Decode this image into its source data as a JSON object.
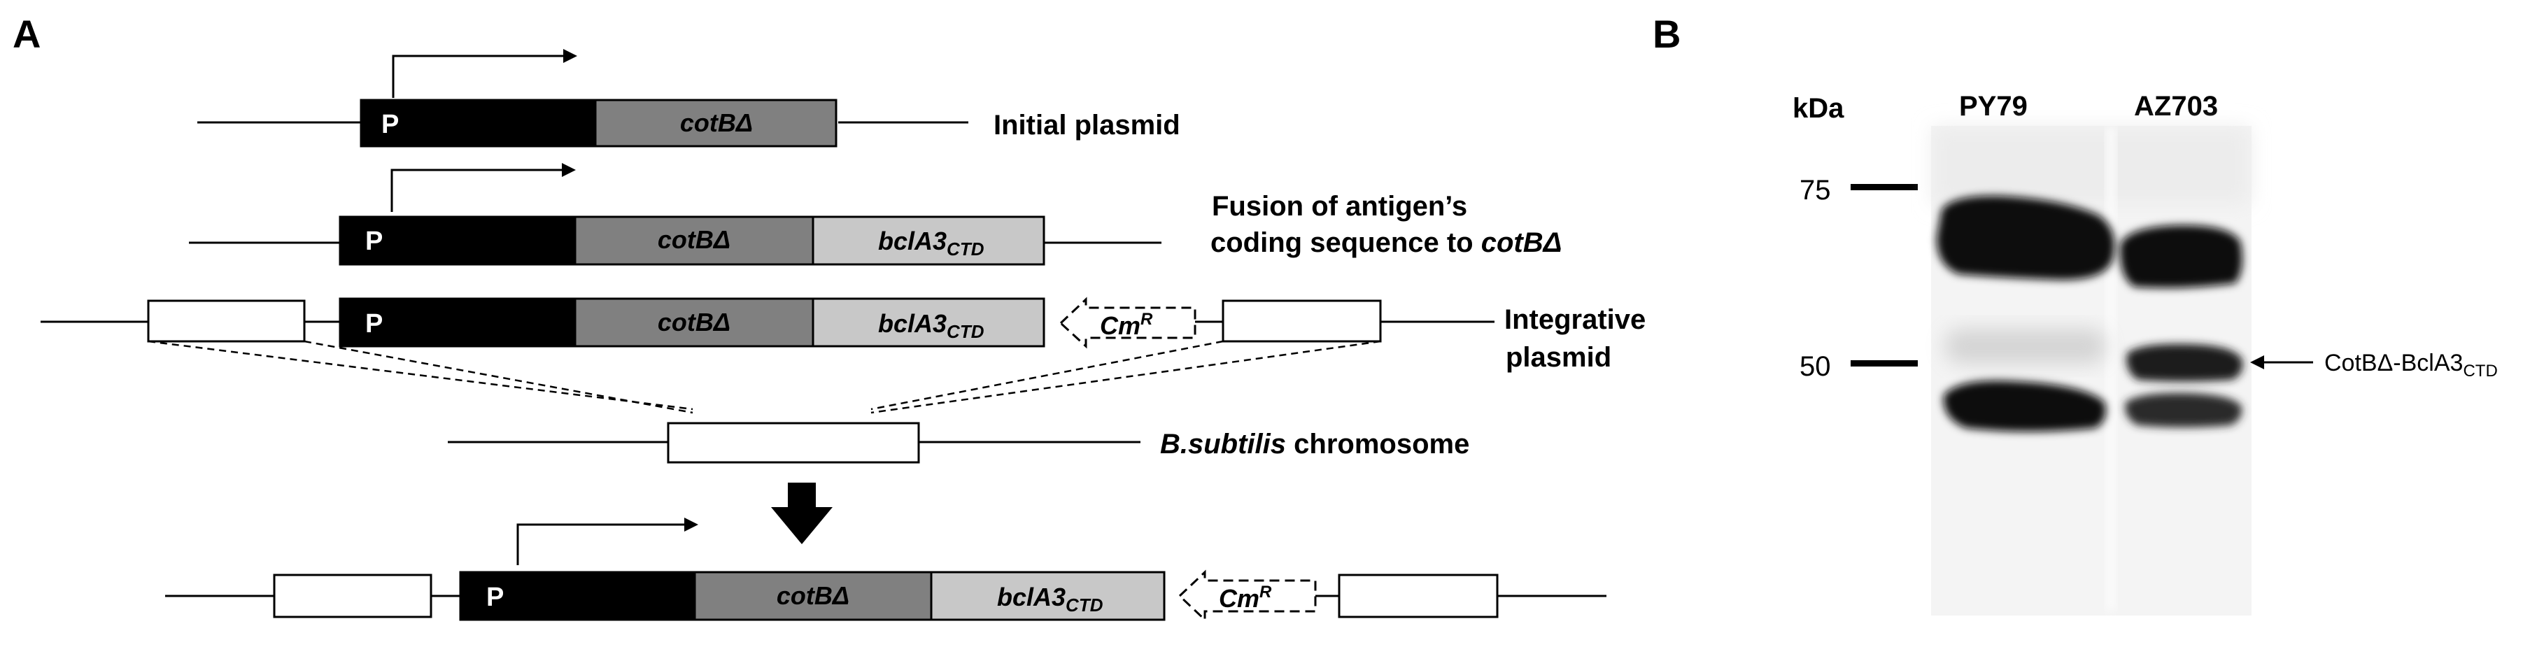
{
  "panel_a": {
    "label": "A",
    "rows": [
      {
        "promoter": "P",
        "gene": "cotBΔ",
        "label": "Initial plasmid"
      },
      {
        "promoter": "P",
        "gene": "cotBΔ",
        "fusion": "bclA3",
        "fusion_sub": "CTD",
        "label_line1": "Fusion of antigen’s",
        "label_line2_plain": "coding sequence to ",
        "label_line2_italic": "cotBΔ"
      },
      {
        "promoter": "P",
        "gene": "cotBΔ",
        "fusion": "bclA3",
        "fusion_sub": "CTD",
        "marker": "Cm",
        "marker_sup": "R",
        "label_line1": "Integrative",
        "label_line2": "plasmid"
      },
      {
        "chromosome_italic": "B.subtilis",
        "chromosome_plain": " chromosome"
      },
      {
        "promoter": "P",
        "gene": "cotBΔ",
        "fusion": "bclA3",
        "fusion_sub": "CTD",
        "marker": "Cm",
        "marker_sup": "R"
      }
    ]
  },
  "panel_b": {
    "label": "B",
    "unit_label": "kDa",
    "lanes": [
      "PY79",
      "AZ703"
    ],
    "markers": [
      "75",
      "50"
    ],
    "annotation": "CotBΔ-BclA3",
    "annotation_sub": "CTD"
  },
  "colors": {
    "promoter_fill": "#000000",
    "cotb_fill": "#808080",
    "bcla3_fill": "#c8c8c8",
    "blot_background": "#f4f4f4",
    "band_color": "#0a0a0a"
  }
}
